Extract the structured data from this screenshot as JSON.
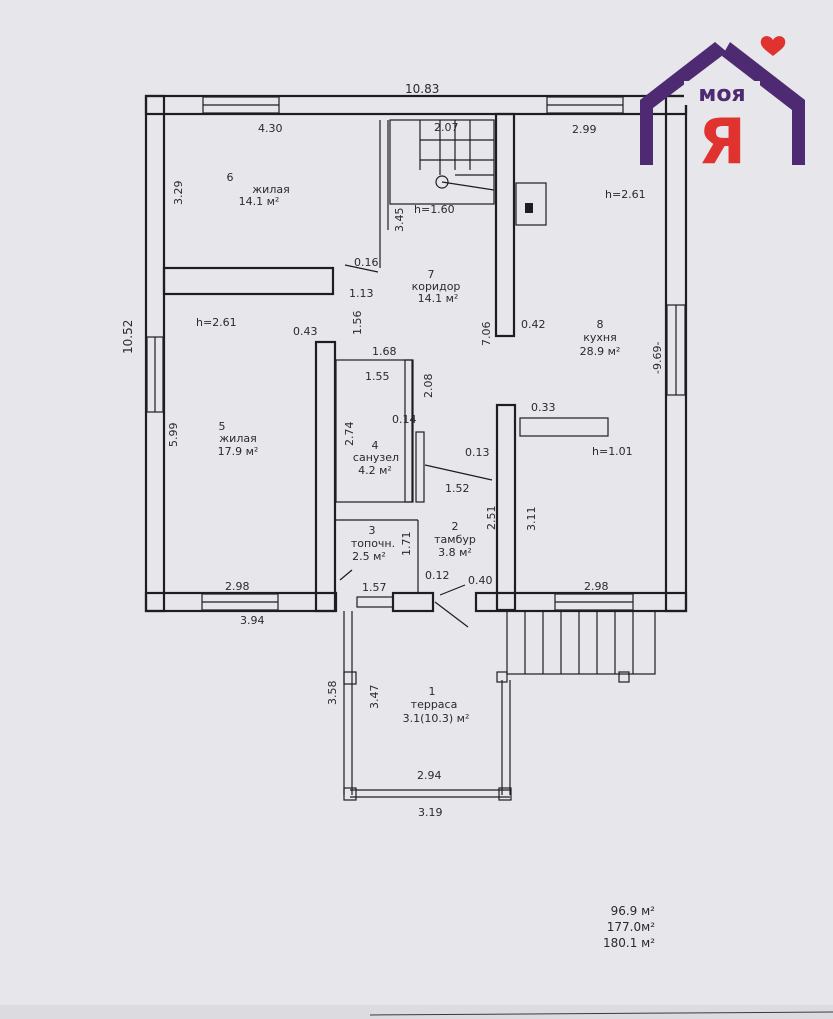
{
  "brand": {
    "logo_word": "моя",
    "logo_letter": "Я",
    "colors": {
      "purple": "#4e2a73",
      "red": "#e0322f",
      "heart": "#e0322f"
    }
  },
  "dimensions": {
    "top_total": "10.83",
    "left_total": "10.52",
    "room6_width": "4.30",
    "room6_depth": "3.29",
    "stair_width": "2.07",
    "stair_depth": "3.45",
    "stair_height": "h=1.60",
    "kitchen_width": "2.99",
    "kitchen_height": "h=2.61",
    "d_016": "0.16",
    "d_113": "1.13",
    "d_156": "1.56",
    "d_043": "0.43",
    "room5_height": "h=2.61",
    "d_706": "7.06",
    "d_042": "0.42",
    "kitchen_depth": "-9.69-",
    "d_168": "1.68",
    "d_155": "1.55",
    "d_208": "2.08",
    "d_274": "2.74",
    "d_014": "0.14",
    "d_033": "0.33",
    "d_013": "0.13",
    "d_h101": "h=1.01",
    "d_152": "1.52",
    "room5_depth": "5.99",
    "d_251": "2.51",
    "d_311": "3.11",
    "d_171": "1.71",
    "d_012": "0.12",
    "d_040": "0.40",
    "d_157": "1.57",
    "room5_width": "2.98",
    "kitchen_bottom": "2.98",
    "bottom_left": "3.94",
    "terrace_outer_depth": "3.58",
    "terrace_inner_depth": "3.47",
    "terrace_inner_width": "2.94",
    "terrace_outer_width": "3.19"
  },
  "rooms": {
    "r6": {
      "num": "6",
      "name": "жилая",
      "area": "14.1 м²"
    },
    "r7": {
      "num": "7",
      "name": "коридор",
      "area": "14.1 м²"
    },
    "r8": {
      "num": "8",
      "name": "кухня",
      "area": "28.9 м²"
    },
    "r5": {
      "num": "5",
      "name": "жилая",
      "area": "17.9 м²"
    },
    "r4": {
      "num": "4",
      "name": "санузел",
      "area": "4.2 м²"
    },
    "r3": {
      "num": "3",
      "name": "топочн.",
      "area": "2.5 м²"
    },
    "r2": {
      "num": "2",
      "name": "тамбур",
      "area": "3.8 м²"
    },
    "r1": {
      "num": "1",
      "name": "терраса",
      "area": "3.1(10.3) м²"
    }
  },
  "totals": [
    "96.9 м²",
    "177.0м²",
    "180.1 м²"
  ]
}
